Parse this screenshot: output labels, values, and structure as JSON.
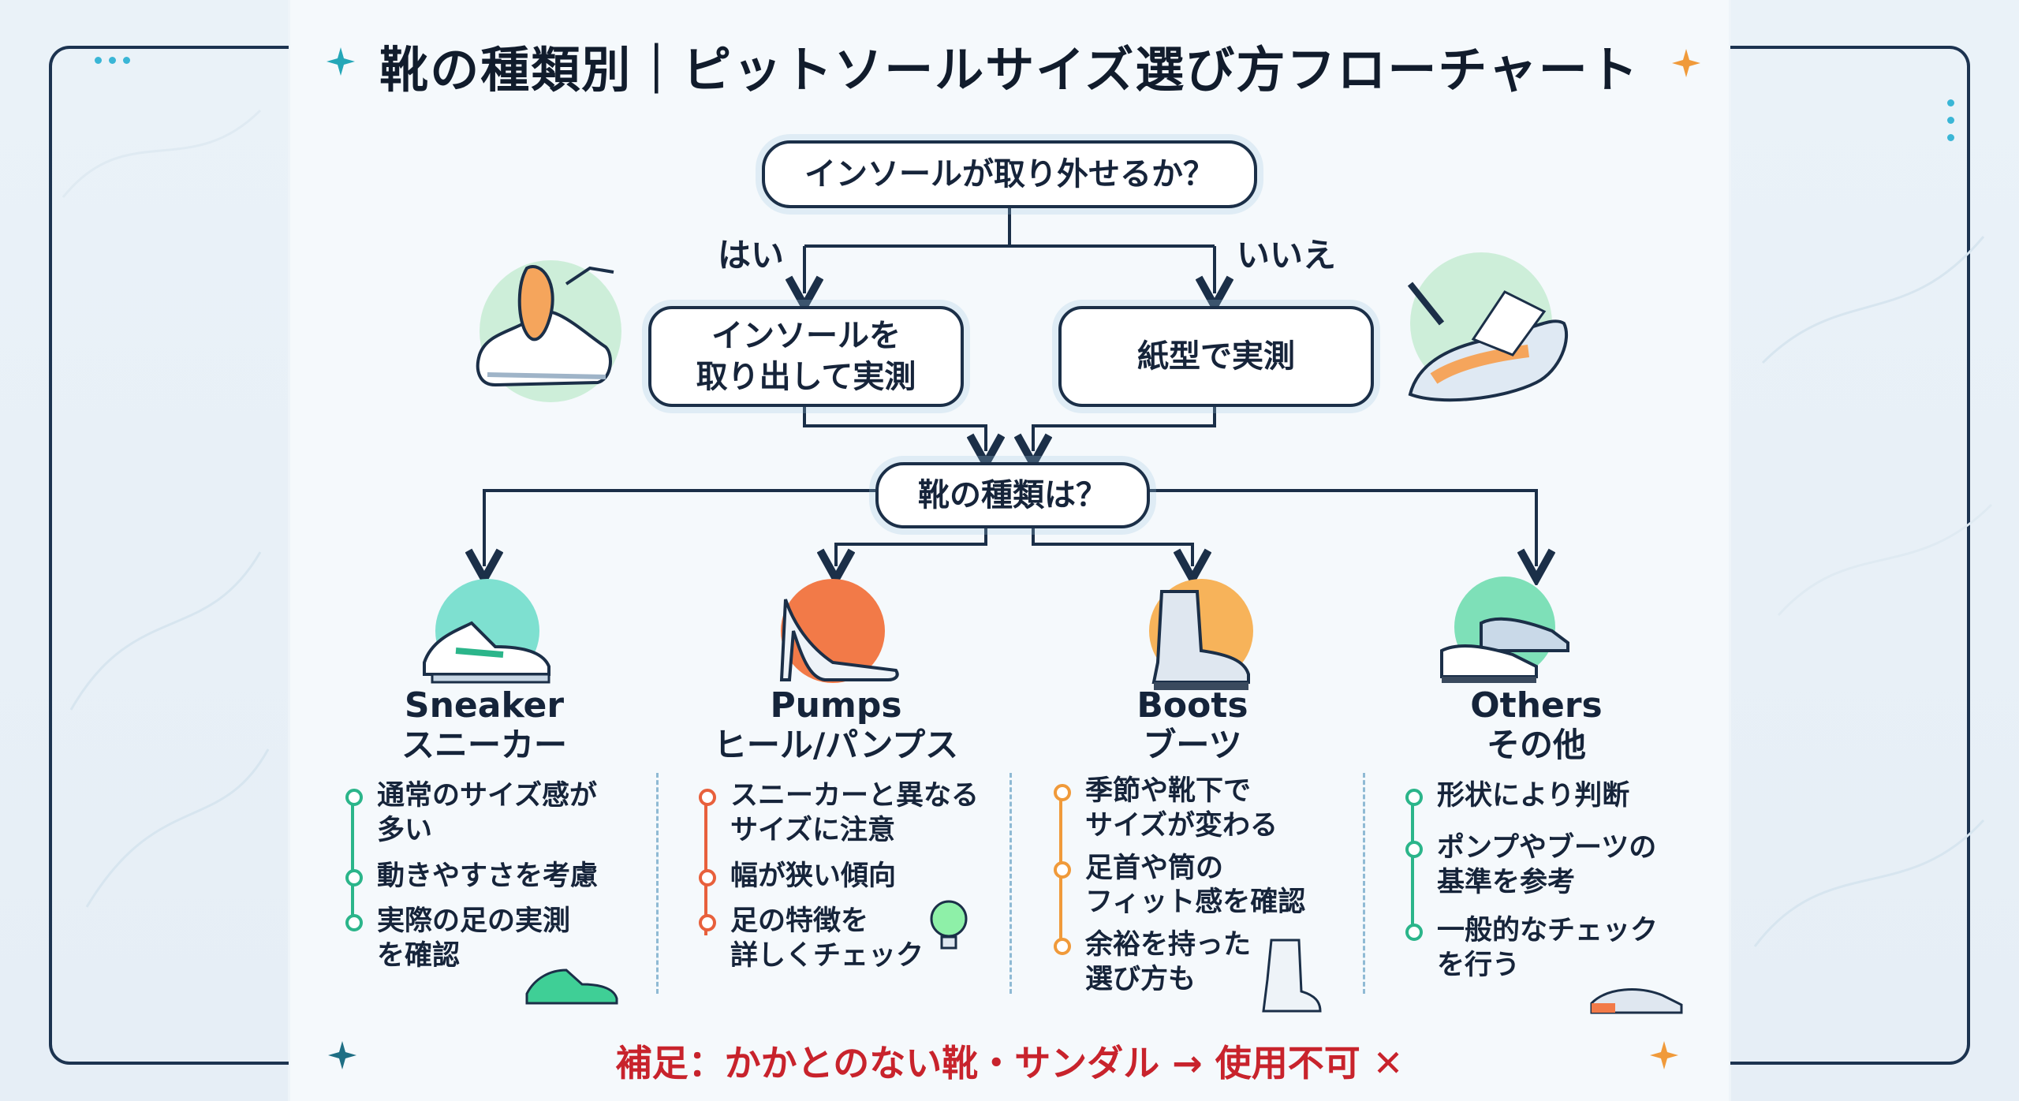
{
  "title": "靴の種類別｜ピットソールサイズ選び方フローチャート",
  "question1": "インソールが取り外せるか？",
  "yes_label": "はい",
  "no_label": "いいえ",
  "yes_node": "インソールを\n取り出して実測",
  "no_node": "紙型で実測",
  "question2": "靴の種類は？",
  "categories": [
    {
      "en": "Sneaker",
      "ja": "スニーカー",
      "color": "#2bb58a",
      "bullets": [
        "通常のサイズ感が\n多い",
        "動きやすさを考慮",
        "実際の足の実測\nを確認"
      ]
    },
    {
      "en": "Pumps",
      "ja": "ヒール/パンプス",
      "color": "#e8603c",
      "bullets": [
        "スニーカーと異なる\nサイズに注意",
        "幅が狭い傾向",
        "足の特徴を\n詳しくチェック"
      ]
    },
    {
      "en": "Boots",
      "ja": "ブーツ",
      "color": "#f09a3a",
      "bullets": [
        "季節や靴下で\nサイズが変わる",
        "足首や筒の\nフィット感を確認",
        "余裕を持った\n選び方も"
      ]
    },
    {
      "en": "Others",
      "ja": "その他",
      "color": "#2bb58a",
      "bullets": [
        "形状により判断",
        "ポンプやブーツの\n基準を参考",
        "一般的なチェック\nを行う"
      ]
    }
  ],
  "footnote": "補足：かかとのない靴・サンダル → 使用不可 ✕",
  "icons": [
    "insole-removal-icon",
    "paper-template-icon",
    "sneaker-icon",
    "pumps-icon",
    "boots-icon",
    "others-shoes-icon",
    "lightbulb-icon"
  ]
}
